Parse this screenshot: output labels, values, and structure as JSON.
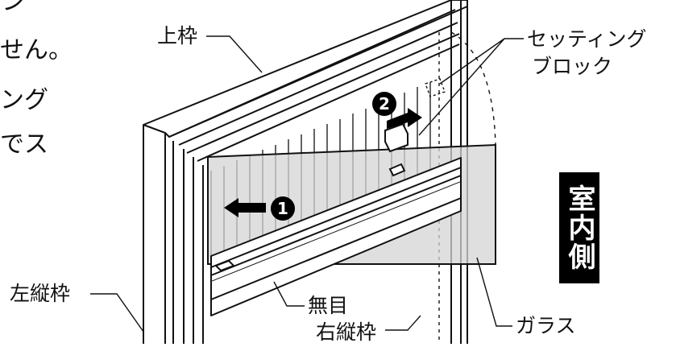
{
  "labels": {
    "top_frame": "上枠",
    "setting_block_line1": "セッティング",
    "setting_block_line2": "ブロック",
    "left_vertical_frame": "左縦枠",
    "mullion": "無目",
    "right_vertical_frame": "右縦枠",
    "glass": "ガラス",
    "indoor_side": "室内側"
  },
  "steps": [
    "1",
    "2"
  ],
  "cut_text": [
    "ン",
    "せん。",
    "ング",
    "でス"
  ],
  "colors": {
    "glass_fill": "#d4d4d4",
    "line": "#111111",
    "badge_bg": "#000000",
    "badge_text": "#ffffff"
  }
}
